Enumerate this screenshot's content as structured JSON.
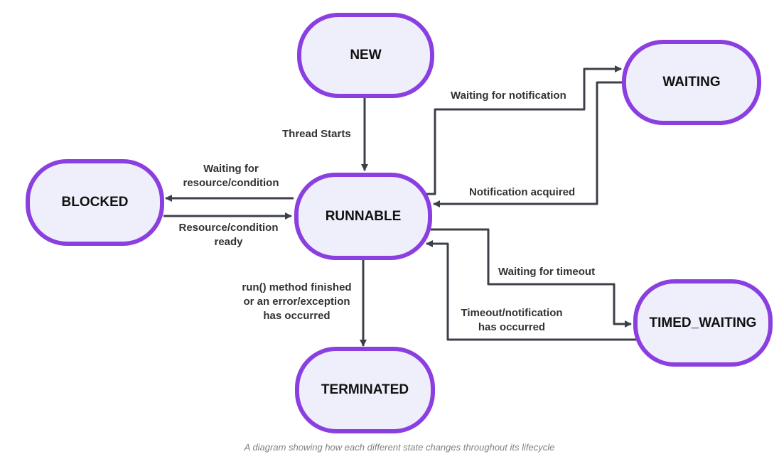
{
  "colors": {
    "state_border": "#8b3fe0",
    "state_fill": "#efeffb",
    "arrow": "#3c4048",
    "label_text": "#333333",
    "caption_text": "#808080"
  },
  "states": {
    "new": "NEW",
    "runnable": "RUNNABLE",
    "blocked": "BLOCKED",
    "waiting": "WAITING",
    "timed_waiting": "TIMED_WAITING",
    "terminated": "TERMINATED"
  },
  "transitions": {
    "thread_starts": "Thread Starts",
    "waiting_for_resource": [
      "Waiting for",
      "resource/condition"
    ],
    "resource_ready": [
      "Resource/condition",
      "ready"
    ],
    "waiting_for_notification": "Waiting for notification",
    "notification_acquired": "Notification acquired",
    "waiting_for_timeout": "Waiting for timeout",
    "timeout_occurred": [
      "Timeout/notification",
      "has occurred"
    ],
    "run_finished": [
      "run() method finished",
      "or an error/exception",
      "has occurred"
    ]
  },
  "caption": "A diagram showing how each different state changes throughout its lifecycle"
}
